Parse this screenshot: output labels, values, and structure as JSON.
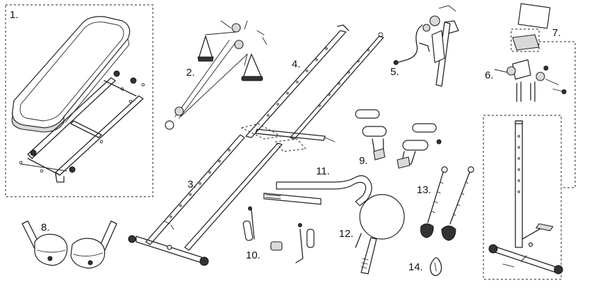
{
  "parts": [
    {
      "id": "1",
      "label": "1."
    },
    {
      "id": "2",
      "label": "2."
    },
    {
      "id": "3",
      "label": "3."
    },
    {
      "id": "4",
      "label": "4."
    },
    {
      "id": "5",
      "label": "5."
    },
    {
      "id": "6",
      "label": "6."
    },
    {
      "id": "7",
      "label": "7."
    },
    {
      "id": "8",
      "label": "8."
    },
    {
      "id": "9",
      "label": "9."
    },
    {
      "id": "10",
      "label": "10."
    },
    {
      "id": "11",
      "label": "11."
    },
    {
      "id": "12",
      "label": "12."
    },
    {
      "id": "13",
      "label": "13."
    },
    {
      "id": "14",
      "label": "14."
    }
  ]
}
